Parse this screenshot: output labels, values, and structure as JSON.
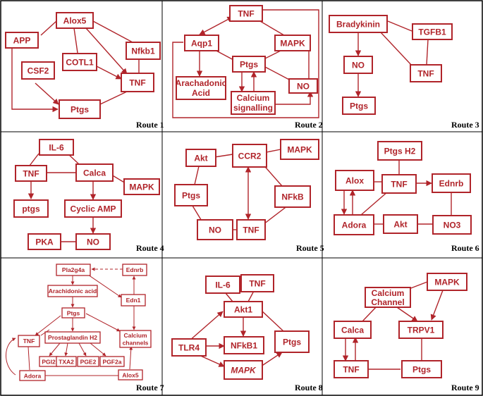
{
  "colors": {
    "node": "#b0242a",
    "label": "#000000",
    "divider": "#000000"
  },
  "panels": [
    {
      "id": "route1",
      "label": "Route 1",
      "nodes": {
        "APP": "APP",
        "Alox5": "Alox5",
        "Nfkb1": "Nfkb1",
        "CSF2": "CSF2",
        "COTL1": "COTL1",
        "TNF": "TNF",
        "Ptgs": "Ptgs"
      }
    },
    {
      "id": "route2",
      "label": "Route 2",
      "nodes": {
        "TNF": "TNF",
        "Aqp1": "Aqp1",
        "MAPK": "MAPK",
        "Ptgs": "Ptgs",
        "Arachidonic": "Arachadonic",
        "Acid": "Acid",
        "Calcium": "Calcium",
        "Signalling": "signalling",
        "NO": "NO"
      }
    },
    {
      "id": "route3",
      "label": "Route 3",
      "nodes": {
        "Bradykinin": "Bradykinin",
        "TGFB1": "TGFB1",
        "NO": "NO",
        "TNF": "TNF",
        "Ptgs": "Ptgs"
      }
    },
    {
      "id": "route4",
      "label": "Route 4",
      "nodes": {
        "IL6": "IL-6",
        "TNF": "TNF",
        "Calca": "Calca",
        "MAPK": "MAPK",
        "ptgs": "ptgs",
        "CyclicAMP": "Cyclic AMP",
        "PKA": "PKA",
        "NO": "NO"
      }
    },
    {
      "id": "route5",
      "label": "Route 5",
      "nodes": {
        "Akt": "Akt",
        "CCR2": "CCR2",
        "MAPK": "MAPK",
        "Ptgs": "Ptgs",
        "NFkB": "NFkB",
        "NO": "NO",
        "TNF": "TNF"
      }
    },
    {
      "id": "route6",
      "label": "Route 6",
      "nodes": {
        "PtgsH2": "Ptgs H2",
        "Alox": "Alox",
        "TNF": "TNF",
        "Ednrb": "Ednrb",
        "Adora": "Adora",
        "Akt": "Akt",
        "NO3": "NO3"
      }
    },
    {
      "id": "route7",
      "label": "Route 7",
      "nodes": {
        "Pla2g4a": "Pla2g4a",
        "Ednrb": "Ednrb",
        "Arachidonic": "Arachidonic acid",
        "Edn1": "Edn1",
        "Ptgs": "Ptgs",
        "TNF": "TNF",
        "ProstaglandinH2": "Prostaglandin H2",
        "Calcium": "Calcium",
        "Channels": "channels",
        "PGI2": "PGI2",
        "TXA2": "TXA2",
        "PGE2": "PGE2",
        "PGF2a": "PGF2a",
        "Adora": "Adora",
        "Alox5": "Alox5"
      }
    },
    {
      "id": "route8",
      "label": "Route 8",
      "nodes": {
        "IL6": "IL-6",
        "TNF": "TNF",
        "Akt1": "Akt1",
        "TLR4": "TLR4",
        "NFkB1": "NFkB1",
        "Ptgs": "Ptgs",
        "MAPK": "MAPK"
      }
    },
    {
      "id": "route9",
      "label": "Route 9",
      "nodes": {
        "Calcium": "Calcium",
        "Channel": "Channel",
        "MAPK": "MAPK",
        "Calca": "Calca",
        "TRPV1": "TRPV1",
        "TNF": "TNF",
        "Ptgs": "Ptgs"
      }
    }
  ]
}
